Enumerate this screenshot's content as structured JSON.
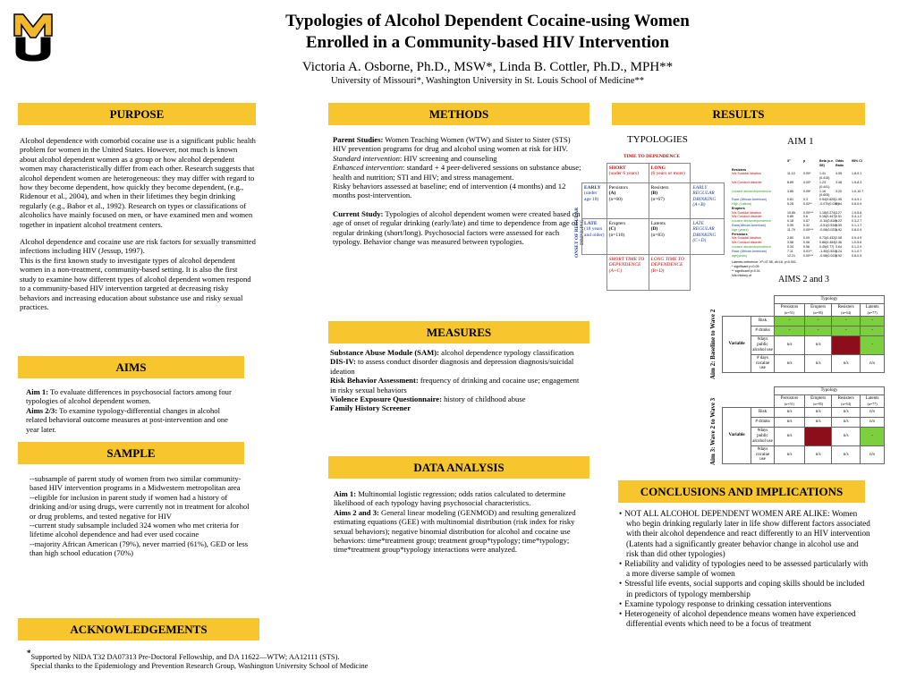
{
  "header": {
    "logo": "MU",
    "title_line1": "Typologies of Alcohol Dependent Cocaine-using Women",
    "title_line2": "Enrolled in a Community-based HIV Intervention",
    "authors": "Victoria A. Osborne, Ph.D., MSW*, Linda B. Cottler, Ph.D., MPH**",
    "affiliation": "University of Missouri*, Washington University in St. Louis School of Medicine**"
  },
  "sections": {
    "purpose": "PURPOSE",
    "methods": "METHODS",
    "results": "RESULTS",
    "aims": "AIMS",
    "sample": "SAMPLE",
    "acknowledgements": "ACKNOWLEDGEMENTS",
    "measures": "MEASURES",
    "data_analysis": "DATA ANALYSIS",
    "conclusions": "CONCLUSIONS AND IMPLICATIONS"
  },
  "purpose": {
    "p1": "Alcohol dependence with comorbid cocaine use is a significant public health problem for women in the United States. However, not much is known about alcohol dependent women as a group or how alcohol dependent women may characteristically differ from each other. Research suggests that alcohol dependent women are heterogeneous: they may differ with regard to how they become dependent, how quickly they become dependent, (e.g., Ridenour et al., 2004), and when in their lifetimes they begin drinking regularly (e.g., Babor et al., 1992). Research on types or classifications of alcoholics have mainly focused on men, or have examined men and women together in inpatient alcohol treatment centers.",
    "p2": "Alcohol dependence and cocaine use are risk factors for sexually transmitted infections including HIV (Jessup, 1997).",
    "p3": "This is the first known study to investigate types of alcohol dependent women in a non-treatment, community-based setting.  It is also the first study to examine how different types of alcohol dependent women respond to a community-based HIV intervention targeted at decreasing risky behaviors and increasing education about substance use and risky sexual practices."
  },
  "aims": {
    "aim1_label": "Aim 1:",
    "aim1": " To evaluate differences in psychosocial factors among four typologies of alcohol dependent women.",
    "aim23_label": "Aims 2/3:",
    "aim23": "  To examine typology-differential changes in alcohol related behavioral outcome measures at  post-intervention and one year later."
  },
  "sample": {
    "items": [
      "--subsample of  parent study of women from two similar community-based HIV intervention programs in a Midwestern metropolitan area",
      "--eligible for inclusion  in parent study if women had a history of drinking and/or using drugs, were currently not in treatment for alcohol or drug problems, and tested negative for HIV",
      "--current study subsample included 324 women who met criteria for lifetime alcohol dependence and had ever used cocaine",
      "--majority African American (79%), never married (61%), GED or less than high school education (70%)"
    ]
  },
  "acknowledgements": {
    "star": "*",
    "line1": "Supported by NIDA T32 DA07313 Pre-Doctoral Fellowship, and DA 11622—WTW; AA12111 (STS).",
    "line2": "Special thanks to the Epidemiology and Prevention Research Group, Washington University School of Medicine"
  },
  "methods": {
    "parent_label": "Parent Studies:",
    "parent": "  Women Teaching Women (WTW) and Sister to Sister (STS) HIV prevention programs for drug and alcohol using women at risk for HIV.",
    "standard_label": "Standard intervention",
    "standard": ": HIV screening and counseling",
    "enhanced_label": "Enhanced intervention",
    "enhanced": ":  standard + 4 peer-delivered sessions on substance abuse; health and nutrition; STI and HIV; and stress management.",
    "risky": "Risky behaviors assessed at baseline; end of intervention (4 months) and 12 months post-intervention.",
    "current_label": "Current Study:",
    "current": "  Typologies of alcohol dependent women were created based on age of onset of regular drinking (early/late) and time to dependence from age of regular drinking (short/long).  Psychosocial factors were assessed for each typology.  Behavior change was measured between typologies."
  },
  "measures": {
    "sam_label": "Substance Abuse Module (SAM):",
    "sam": " alcohol dependence typology classification",
    "dis_label": "DIS-IV:",
    "dis": "  to assess conduct disorder diagnosis and depression diagnosis/suicidal ideation",
    "rba_label": "Risk Behavior Assessment:",
    "rba": "  frequency of drinking and cocaine use; engagement in risky sexual behaviors",
    "veq_label": "Violence Exposure Questionnaire:",
    "veq": "  history of childhood abuse",
    "fhs_label": "Family History Screener"
  },
  "data_analysis": {
    "aim1_label": "Aim 1:",
    "aim1": "  Multinomial logistic regression; odds ratios calculated to determine likelihood of each typology having psychosocial characteristics.",
    "aim23_label": "Aims 2 and 3:",
    "aim23": "  General linear modeling (GENMOD) and resulting generalized estimating equations (GEE) with multinomial distribution (risk index for risky sexual behaviors); negative binomial distribution for alcohol and cocaine use behaviors:  time*treatment group; treatment group*typology; time*typology; time*treatment group*typology interactions were analyzed."
  },
  "results": {
    "typologies_title": "TYPOLOGIES",
    "time_label": "TIME TO DEPENDENCE",
    "onset_label": "ONSET OF REGULAR DRINKING",
    "short": "SHORT",
    "short_sub": "(under 6 years)",
    "long": "LONG",
    "long_sub": "(6 years or more)",
    "early": "EARLY",
    "early_sub": "(under age 18)",
    "late": "LATE",
    "late_sub": "(18 years and older)",
    "persistors": "Persistors",
    "persistors_code": "(A)",
    "persistors_n": "(n=60)",
    "resisters": "Resisters",
    "resisters_code": "(B)",
    "resisters_n": "(n=67)",
    "erupters": "Erupters",
    "erupters_code": "(C)",
    "erupters_n": "(n=110)",
    "latents": "Latents",
    "latents_code": "(D)",
    "latents_n": "(n=83)",
    "early_rd": "EARLY REGULAR DRINKING",
    "early_rd_code": "(A+B)",
    "late_rd": "LATE REGULAR DRINKING",
    "late_rd_code": "(C+D)",
    "short_td": "SHORT TIME TO DEPENDENCE",
    "short_td_code": "(A+C)",
    "long_td": "LONG TIME TO DEPENDENCE",
    "long_td_code": "(B+D)",
    "aim1_title": "AIM 1",
    "aim23_title": "AIMS 2 and 3"
  },
  "aim1_table": {
    "headers": [
      "",
      "X²",
      "p",
      "Beta (s.e. SE)",
      "Odds Ratio",
      "95% CI"
    ],
    "groups": [
      {
        "name": "Resisters",
        "rows": [
          [
            "N/s Suicidal Ideation",
            "11.10",
            "0.00*",
            "1.41 (0.415)",
            "4.05",
            "1.8-9.1"
          ],
          [
            "N/s Conduct disorder",
            "8.89",
            "0.00*",
            "1.23 (0.441)",
            "3.48",
            "1.5-8.3"
          ],
          [
            "cocaine abuse/dependence",
            "3.85",
            "0.05*",
            "1.16 (0.605)",
            "3.20",
            "1.0-10.7"
          ],
          [
            "Race (African American)",
            "0.81",
            "0.3",
            "0.94(0.825)",
            "1.95",
            "0.4-9.1"
          ],
          [
            "High (Latinos)",
            "5.28",
            "0.02**",
            "-0.070(0.030)",
            "0.94",
            "0.8-0.9"
          ]
        ]
      },
      {
        "name": "Erupters",
        "rows": [
          [
            "N/s Suicidal Ideation",
            "19.85",
            "0.00***",
            "1.18(0.274)",
            "3.27",
            "1.9-5.8"
          ],
          [
            "N/s Conduct disorder",
            "0.85",
            "0.6",
            "0.16(0.447)",
            "0.51",
            "0.4-1.2"
          ],
          [
            "cocaine abuse/dependence",
            "0.18",
            "0.67",
            "-0.10(0.818)",
            "0.22",
            "0.3-2.7"
          ],
          [
            "Race(African American)",
            "0.99",
            "0.32",
            "-0.51(0.534)",
            "0.59",
            "0.1-1.7"
          ],
          [
            "Age (years)",
            "11.79",
            "0.00***",
            "-0.08(0.022)",
            "0.92",
            "0.8-0.9"
          ]
        ]
      },
      {
        "name": "Persistors",
        "rows": [
          [
            "N/s Suicidal Ideation",
            "2.80",
            "0.09",
            "0.73(0.432)",
            "2.08",
            "0.9-4.9"
          ],
          [
            "N/s Conduct disorder",
            "3.58",
            "0.06",
            "0.86(0.454)",
            "2.36",
            "1.0-5.6"
          ],
          [
            "cocaine abuse/dependence",
            "0.34",
            "0.56",
            "0.45(0.77)",
            "0.64",
            "0.1-2.9"
          ],
          [
            "Race (African American)",
            "7.11",
            "0.01**",
            "-1.40(0.531)",
            "0.24",
            "0.1-0.7"
          ],
          [
            "age(years)",
            "12.21",
            "0.00***",
            "-0.08(0.023)",
            "0.92",
            "0.8-0.9"
          ]
        ]
      }
    ],
    "notes": [
      "Latents=reference;  X²=47.98, df=16, p<0.001",
      "* significant p<0.05",
      "** significant p<0.01",
      "N/s=history of"
    ]
  },
  "aim2_table": {
    "side": "Aim 2: Baseline to Wave 2",
    "typology": "Typology",
    "variable": "Variable",
    "cols": [
      {
        "name": "Persistors",
        "n": "(n=51)"
      },
      {
        "name": "Erupters",
        "n": "(n=95)"
      },
      {
        "name": "Resisters",
        "n": "(n=54)"
      },
      {
        "name": "Latents",
        "n": "(n=77)"
      }
    ],
    "rows": [
      {
        "label": "Risk",
        "cells": [
          "-",
          "-",
          "-",
          "-"
        ]
      },
      {
        "label": "# drinks",
        "cells": [
          "-",
          "-",
          "-",
          "-"
        ]
      },
      {
        "label": "#days public alcohol use",
        "cells": [
          "n/s",
          "n/s",
          "",
          "-"
        ]
      },
      {
        "label": "# days cocaine use",
        "cells": [
          "n/s",
          "n/s",
          "n/s",
          "n/s"
        ]
      }
    ]
  },
  "aim3_table": {
    "side": "Aim 3: Wave 2 to Wave 3",
    "typology": "Typology",
    "variable": "Variable",
    "cols": [
      {
        "name": "Persistors",
        "n": "(n=51)"
      },
      {
        "name": "Erupters",
        "n": "(n=95)"
      },
      {
        "name": "Resisters",
        "n": "(n=54)"
      },
      {
        "name": "Latents",
        "n": "(n=77)"
      }
    ],
    "rows": [
      {
        "label": "Risk",
        "cells": [
          "n/s",
          "n/s",
          "n/s",
          "n/s"
        ]
      },
      {
        "label": "# drinks",
        "cells": [
          "n/s",
          "n/s",
          "n/s",
          "n/s"
        ]
      },
      {
        "label": "#days public alcohol use",
        "cells": [
          "n/s",
          "",
          "n/s",
          "-"
        ]
      },
      {
        "label": "#days cocaine use",
        "cells": [
          "n/s",
          "n/s",
          "n/s",
          "n/s"
        ]
      }
    ]
  },
  "conclusions": {
    "items": [
      "NOT ALL ALCOHOL DEPENDENT WOMEN ARE ALIKE: Women who begin drinking regularly later in life show different factors associated with their alcohol dependence and react differently to an HIV intervention (Latents had a significantly greater behavior change in alcohol use and risk than did other typologies)",
      "Reliability and validity of typologies need to be assessed particularly with a more diverse sample of women",
      "Stressful life events, social supports and coping skills should be included in predictors of typology membership",
      "Examine typology response to drinking cessation interventions",
      "Heterogeneity of alcohol dependence means women have experienced differential events which need to be a focus of treatment"
    ]
  },
  "colors": {
    "section_bg": "#f7c52e",
    "logo_gold": "#f1b82d",
    "green": "#7ccf3f",
    "maroon": "#8b0e1a",
    "red_text": "#c00000",
    "blue_text": "#1a3a8f"
  }
}
